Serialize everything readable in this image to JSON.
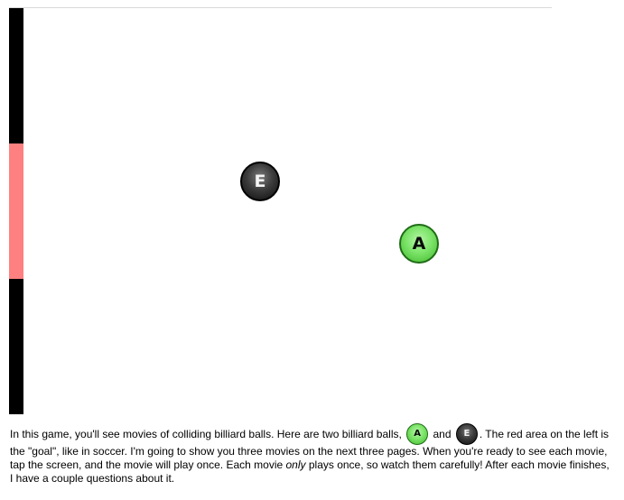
{
  "colors": {
    "wall": "#000000",
    "goal": "#ff8080",
    "ball_a": "#7de46a",
    "ball_e": "#2a2a2a"
  },
  "stage": {
    "ball_e_label": "E",
    "ball_a_label": "A"
  },
  "instructions": {
    "part1": "In this game, you'll see movies of colliding billiard balls. Here are two billiard balls, ",
    "inline_ball_a": "A",
    "and": " and ",
    "inline_ball_e": "E",
    "part2": ". The red area on the left is the \"goal\", like in soccer. I'm going to show you three movies on the next three pages. When you're ready to see each movie, tap the screen, and the movie will play once. Each movie ",
    "emphasis": "only",
    "part3": " plays once, so watch them carefully! After each movie finishes, I have a couple questions about it."
  }
}
